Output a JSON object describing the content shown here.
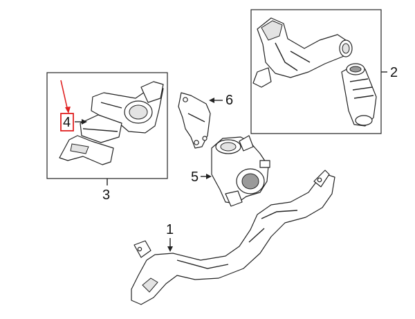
{
  "diagram": {
    "callouts": [
      {
        "id": "1",
        "label": "1"
      },
      {
        "id": "2",
        "label": "2"
      },
      {
        "id": "3",
        "label": "3"
      },
      {
        "id": "4",
        "label": "4"
      },
      {
        "id": "5",
        "label": "5"
      },
      {
        "id": "6",
        "label": "6"
      }
    ],
    "highlight": {
      "target": "4",
      "color": "#e02020"
    }
  }
}
